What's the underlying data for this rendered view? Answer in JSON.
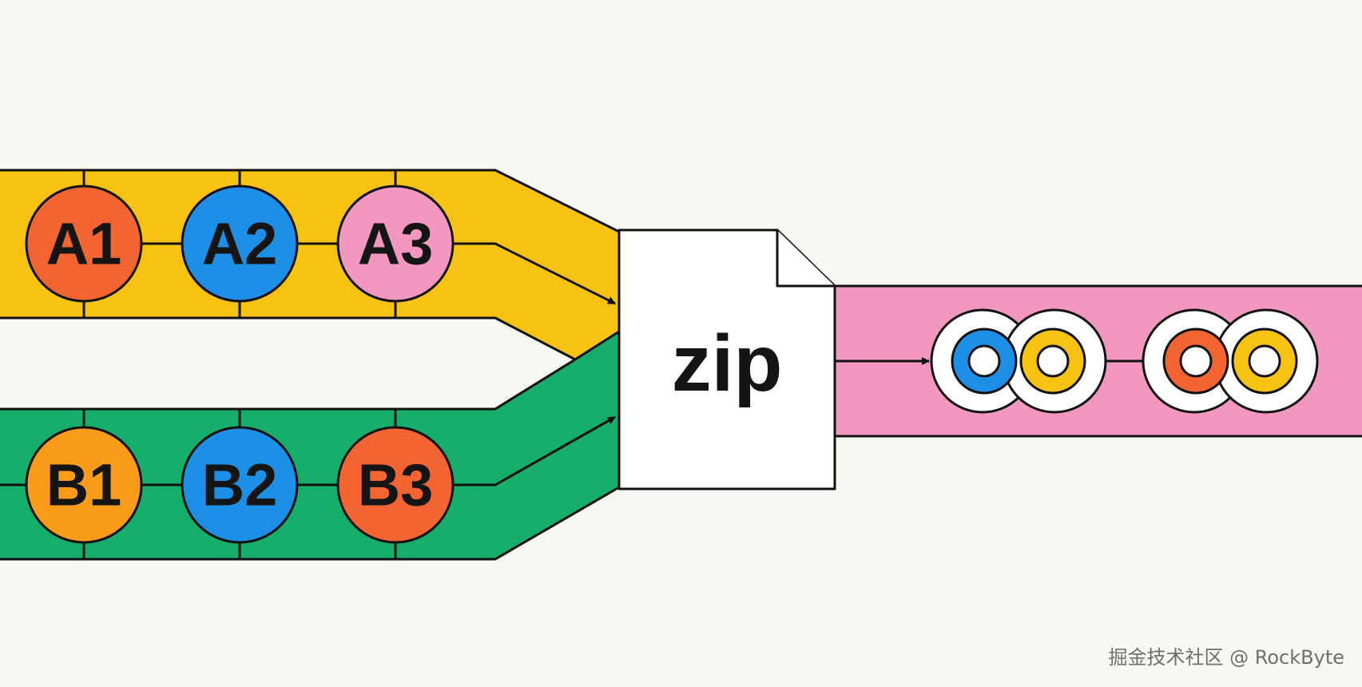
{
  "diagram": {
    "stream_a": {
      "color": "#f7c212",
      "nodes": [
        {
          "label": "A1",
          "color": "#f26533"
        },
        {
          "label": "A2",
          "color": "#1e8fe6"
        },
        {
          "label": "A3",
          "color": "#f297c0"
        }
      ]
    },
    "stream_b": {
      "color": "#17ad6a",
      "nodes": [
        {
          "label": "B1",
          "color": "#f89b1a"
        },
        {
          "label": "B2",
          "color": "#1e8fe6"
        },
        {
          "label": "B3",
          "color": "#f26533"
        }
      ]
    },
    "zip_file": {
      "label": "zip"
    },
    "output_stream": {
      "color": "#f297c0",
      "pairs": [
        {
          "left_color": "#1e8fe6",
          "right_color": "#f7c212"
        },
        {
          "left_color": "#f26533",
          "right_color": "#f7c212"
        }
      ]
    }
  },
  "watermark": "掘金技术社区 @ RockByte"
}
